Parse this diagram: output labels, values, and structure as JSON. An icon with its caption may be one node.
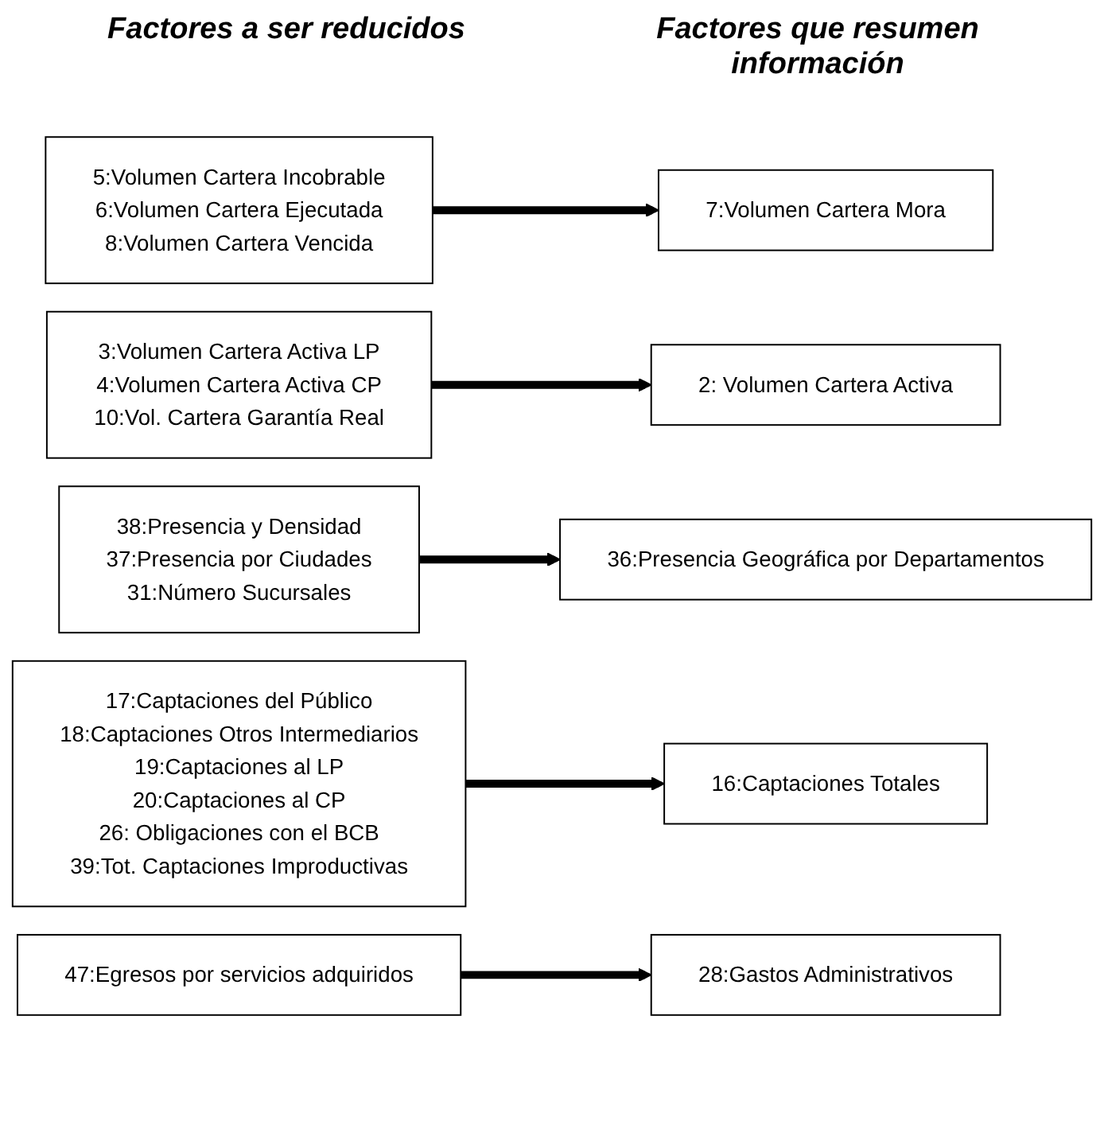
{
  "diagram": {
    "nodes": [
      {
        "text": [
          "5:Volumen Cartera Incobrable",
          "6:Volumen Cartera Ejecutada",
          "8:Volumen Cartera Vencida"
        ]
      },
      {
        "text": [
          "7:Volumen Cartera Mora"
        ]
      },
      {
        "text": [
          "3:Volumen Cartera Activa LP",
          "4:Volumen Cartera Activa CP",
          "10:Vol. Cartera Garantía Real"
        ]
      },
      {
        "text": [
          "2: Volumen Cartera Activa"
        ]
      },
      {
        "text": [
          "38:Presencia y Densidad",
          "37:Presencia por Ciudades",
          "31:Número Sucursales"
        ]
      },
      {
        "text": [
          "36:Presencia Geográfica por Departamentos"
        ]
      },
      {
        "text": [
          "17:Captaciones del Público",
          "18:Captaciones Otros Intermediarios",
          "19:Captaciones al LP",
          "20:Captaciones al CP",
          "26: Obligaciones con el BCB",
          "39:Tot. Captaciones Improductivas"
        ]
      },
      {
        "text": [
          "16:Captaciones Totales"
        ]
      },
      {
        "text": [
          "47:Egresos  por  servicios adquiridos"
        ]
      },
      {
        "text": [
          "28:Gastos Administrativos"
        ]
      }
    ],
    "edges": [
      {
        "from": 0,
        "to": 1,
        "arrow": "to"
      },
      {
        "from": 2,
        "to": 3,
        "arrow": "to"
      },
      {
        "from": 4,
        "to": 5,
        "arrow": "to"
      },
      {
        "from": 6,
        "to": 7,
        "arrow": "to"
      },
      {
        "from": 8,
        "to": 9,
        "arrow": "to"
      }
    ],
    "labels": [
      "Factores a ser  reducidos",
      "Factores que resumen información"
    ]
  }
}
